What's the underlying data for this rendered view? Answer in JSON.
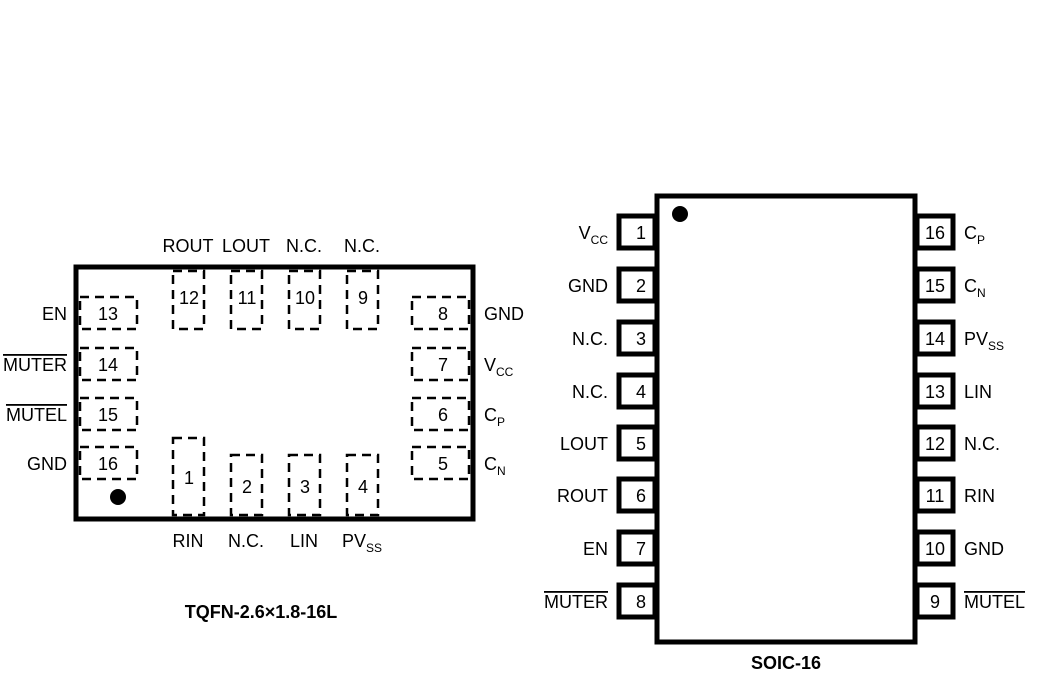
{
  "tqfn": {
    "caption": "TQFN-2.6×1.8-16L",
    "pins": [
      {
        "num": "1",
        "name": "RIN",
        "side": "bottom"
      },
      {
        "num": "2",
        "name": "N.C.",
        "side": "bottom"
      },
      {
        "num": "3",
        "name": "LIN",
        "side": "bottom"
      },
      {
        "num": "4",
        "name": "PV",
        "sub": "SS",
        "side": "bottom"
      },
      {
        "num": "5",
        "name": "C",
        "sub": "N",
        "side": "right"
      },
      {
        "num": "6",
        "name": "C",
        "sub": "P",
        "side": "right"
      },
      {
        "num": "7",
        "name": "V",
        "sub": "CC",
        "side": "right"
      },
      {
        "num": "8",
        "name": "GND",
        "side": "right"
      },
      {
        "num": "9",
        "name": "N.C.",
        "side": "top"
      },
      {
        "num": "10",
        "name": "N.C.",
        "side": "top"
      },
      {
        "num": "11",
        "name": "LOUT",
        "side": "top"
      },
      {
        "num": "12",
        "name": "ROUT",
        "side": "top"
      },
      {
        "num": "13",
        "name": "EN",
        "side": "left"
      },
      {
        "num": "14",
        "name": "MUTER",
        "overline": true,
        "side": "left"
      },
      {
        "num": "15",
        "name": "MUTEL",
        "overline": true,
        "side": "left"
      },
      {
        "num": "16",
        "name": "GND",
        "side": "left"
      }
    ]
  },
  "soic": {
    "caption": "SOIC-16",
    "pins": [
      {
        "num": "1",
        "name": "V",
        "sub": "CC"
      },
      {
        "num": "2",
        "name": "GND"
      },
      {
        "num": "3",
        "name": "N.C."
      },
      {
        "num": "4",
        "name": "N.C."
      },
      {
        "num": "5",
        "name": "LOUT"
      },
      {
        "num": "6",
        "name": "ROUT"
      },
      {
        "num": "7",
        "name": "EN"
      },
      {
        "num": "8",
        "name": "MUTER",
        "overline": true
      },
      {
        "num": "9",
        "name": "MUTEL",
        "overline": true
      },
      {
        "num": "10",
        "name": "GND"
      },
      {
        "num": "11",
        "name": "RIN"
      },
      {
        "num": "12",
        "name": "N.C."
      },
      {
        "num": "13",
        "name": "LIN"
      },
      {
        "num": "14",
        "name": "PV",
        "sub": "SS"
      },
      {
        "num": "15",
        "name": "C",
        "sub": "N"
      },
      {
        "num": "16",
        "name": "C",
        "sub": "P"
      }
    ]
  }
}
